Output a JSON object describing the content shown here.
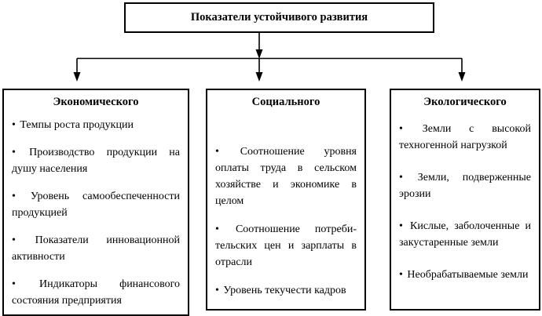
{
  "title": "Показатели устойчивого развития",
  "bullet": "•",
  "colors": {
    "line": "#000000",
    "background": "#ffffff",
    "text": "#000000"
  },
  "columns": [
    {
      "header": "Экономического",
      "items": [
        "Темпы роста продукции",
        "Производство продукции на душу населения",
        "Уровень самообеспеченности продукцией",
        "Показатели инновационной активности",
        "Индикаторы финансового состояния предприятия"
      ]
    },
    {
      "header": "Социального",
      "items": [
        "Соотношение уровня оплаты труда в сельском хозяйстве и экономике в целом",
        "Соотношение потреби-тельских цен и зарплаты в отрасли",
        "Уровень текучести кадров"
      ]
    },
    {
      "header": "Экологического",
      "items": [
        "Земли с высокой техногенной нагрузкой",
        "Земли, подверженные эрозии",
        "Кислые, заболоченные и закустаренные земли",
        "Необрабатываемые земли"
      ]
    }
  ]
}
